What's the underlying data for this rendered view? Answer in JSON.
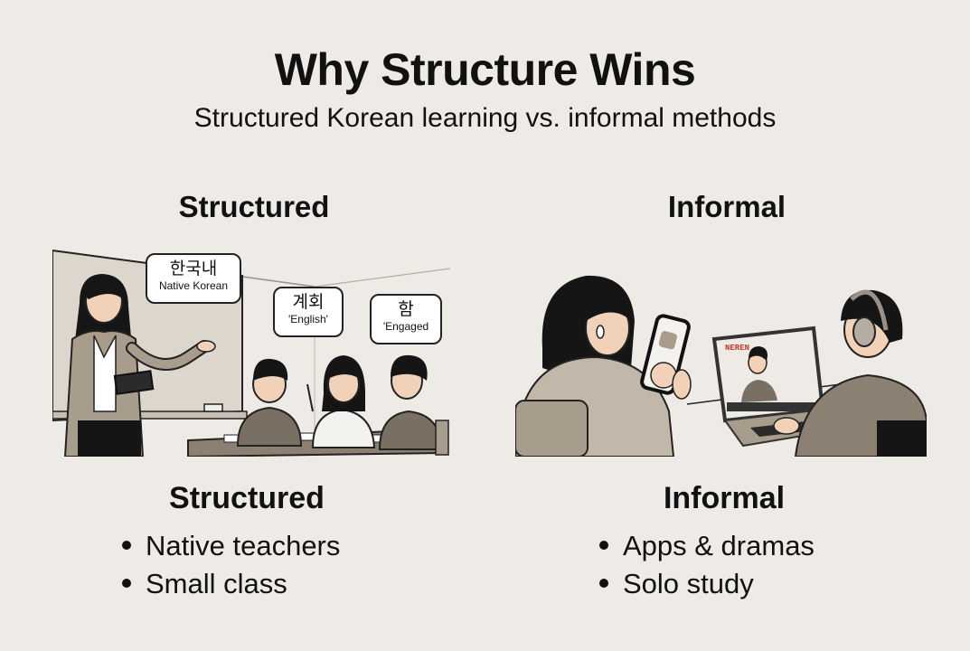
{
  "header": {
    "title": "Why Structure Wins",
    "subtitle": "Structured Korean learning vs. informal methods"
  },
  "columns": [
    {
      "heading": "Structured",
      "illustration": {
        "scene": "classroom-teacher-with-students",
        "speech_bubbles": [
          {
            "korean": "한국내",
            "english": "Native Korean"
          },
          {
            "korean": "계회",
            "english": "'English'"
          },
          {
            "korean": "함",
            "english": "'Engaged"
          }
        ]
      },
      "summary_title": "Structured",
      "bullets": [
        "Native teachers",
        "Small class"
      ]
    },
    {
      "heading": "Informal",
      "illustration": {
        "scene": "solo-learners-phone-and-laptop",
        "laptop_screen_label": "NEREN"
      },
      "summary_title": "Informal",
      "bullets": [
        "Apps & dramas",
        "Solo study"
      ]
    }
  ],
  "colors": {
    "background": "#eeebe6",
    "text": "#111111",
    "clothing_taupe": "#a89c8d",
    "dark_clothing": "#6e6458",
    "skin": "#f1d2b8",
    "hair": "#151515",
    "screen_label_red": "#c0392b"
  }
}
